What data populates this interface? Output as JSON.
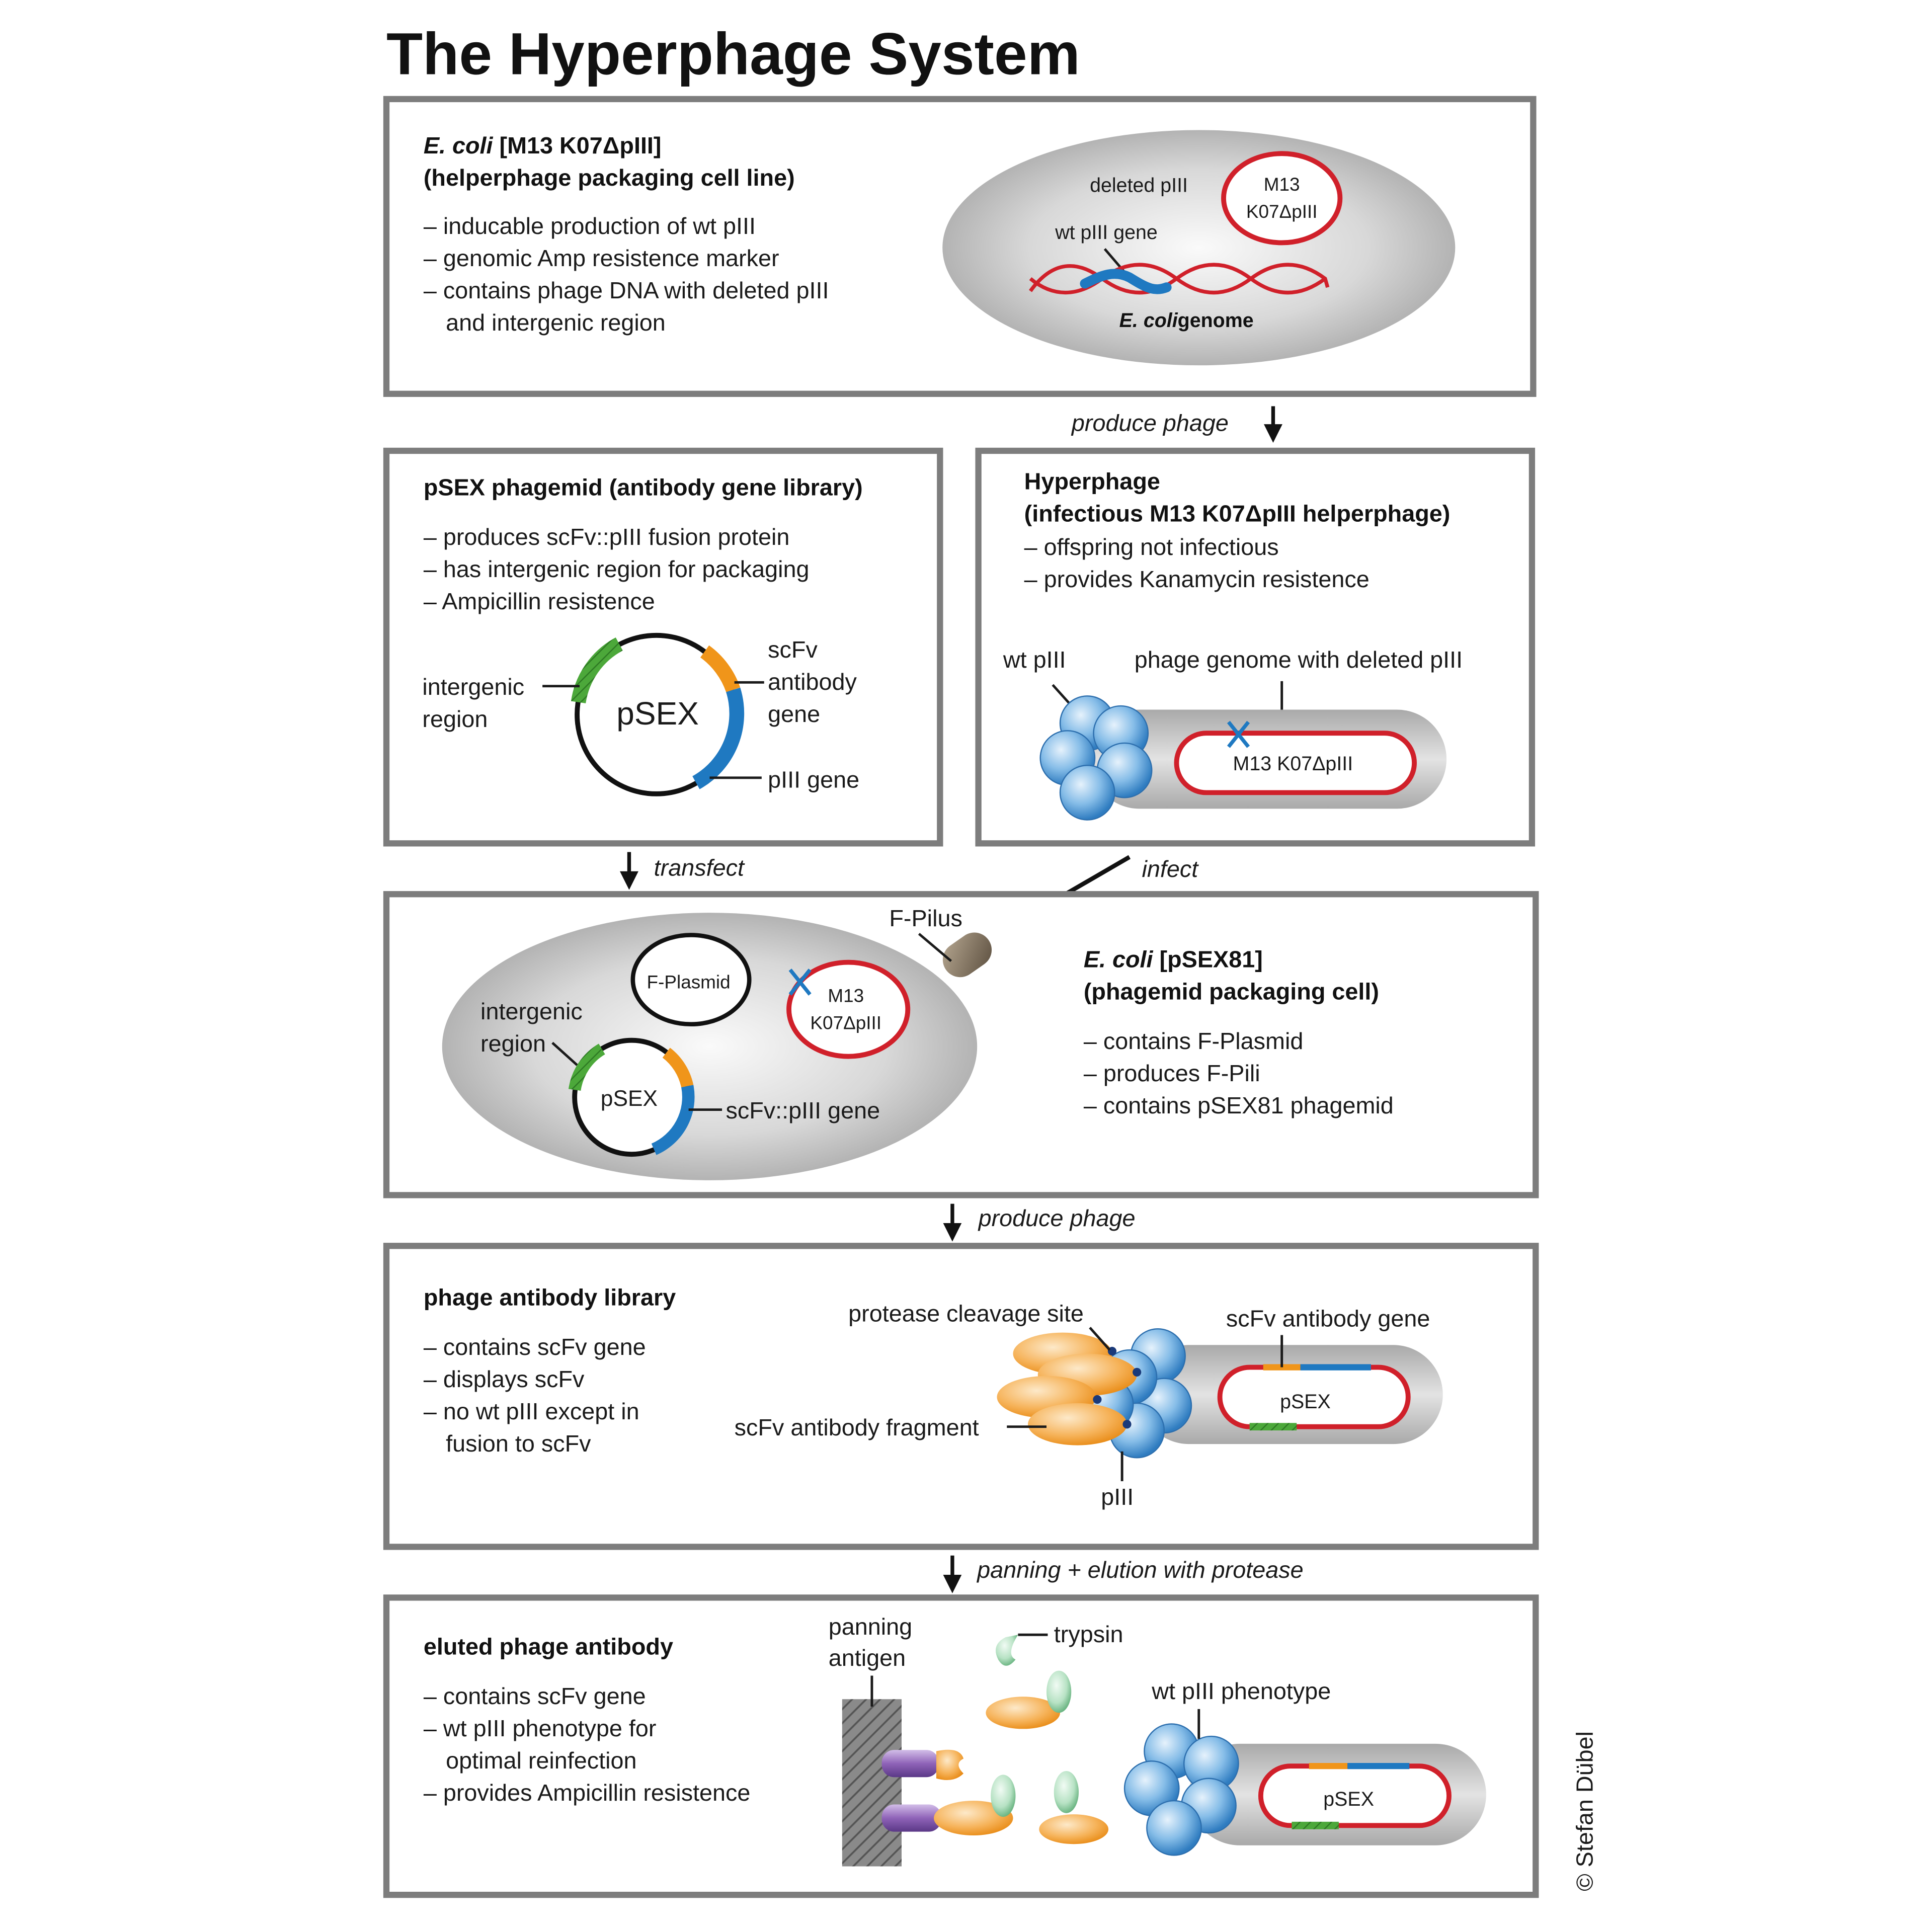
{
  "title": "The Hyperphage System",
  "panel1": {
    "heading_italic": "E. coli",
    "heading_rest": " [M13 K07ΔpIII]",
    "heading_line2": "(helperphage packaging cell line)",
    "bullets": [
      "– inducable production of wt pIII",
      "– genomic Amp resistence marker",
      "– contains phage DNA with deleted pIII",
      "and intergenic region"
    ],
    "cell": {
      "deleted": "deleted pIII",
      "wt_gene": "wt pIII gene",
      "plasmid_l1": "M13",
      "plasmid_l2": "K07ΔpIII",
      "genome_italic": "E. coli",
      "genome_rest": "genome"
    }
  },
  "flow1": "produce phage",
  "panel2": {
    "heading": "pSEX phagemid (antibody gene library)",
    "bullets": [
      "– produces scFv::pIII fusion protein",
      "– has intergenic region for packaging",
      "– Ampicillin resistence"
    ],
    "plasmid": "pSEX",
    "left_l1": "intergenic",
    "left_l2": "region",
    "scfv_l1": "scFv",
    "scfv_l2": "antibody",
    "scfv_l3": "gene",
    "piii_gene": "pIII gene"
  },
  "panel3": {
    "heading_l1": "Hyperphage",
    "heading_l2": "(infectious M13 K07ΔpIII helperphage)",
    "bullets": [
      "– offspring not infectious",
      "– provides Kanamycin resistence"
    ],
    "wt": "wt pIII",
    "genome": "phage genome with deleted pIII",
    "plasmid": "M13 K07ΔpIII"
  },
  "flow_transfect": "transfect",
  "flow_infect": "infect",
  "panel4": {
    "pilus": "F-Pilus",
    "fplasmid": "F-Plasmid",
    "m13_l1": "M13",
    "m13_l2": "K07ΔpIII",
    "inter_l1": "intergenic",
    "inter_l2": "region",
    "psex": "pSEX",
    "fusion": "scFv::pIII gene",
    "heading_italic": "E. coli",
    "heading_rest": " [pSEX81]",
    "heading_line2": "(phagemid packaging cell)",
    "bullets": [
      "– contains F-Plasmid",
      "– produces F-Pili",
      "– contains pSEX81 phagemid"
    ]
  },
  "flow2": "produce phage",
  "panel5": {
    "heading": "phage antibody library",
    "bullets": [
      "– contains scFv gene",
      "– displays scFv",
      "– no wt pIII except in",
      "fusion to scFv"
    ],
    "cleavage": "protease cleavage site",
    "gene": "scFv antibody gene",
    "fragment": "scFv antibody fragment",
    "piii": "pIII",
    "plasmid": "pSEX"
  },
  "flow3": "panning + elution with protease",
  "panel6": {
    "heading": "eluted phage antibody",
    "bullets": [
      "– contains scFv gene",
      "– wt pIII phenotype for",
      "optimal reinfection",
      "– provides Ampicillin resistence"
    ],
    "antigen_l1": "panning",
    "antigen_l2": "antigen",
    "trypsin": "trypsin",
    "phenotype": "wt pIII phenotype",
    "plasmid": "pSEX"
  },
  "copyright": "© Stefan Dübel",
  "colors": {
    "red": "#d0202a",
    "blue": "#1f79c1",
    "orange": "#f0951a",
    "green": "#4ca83a",
    "purple": "#8a62b0",
    "grey": "#c8c8c8",
    "frame": "#7d7d7d"
  }
}
